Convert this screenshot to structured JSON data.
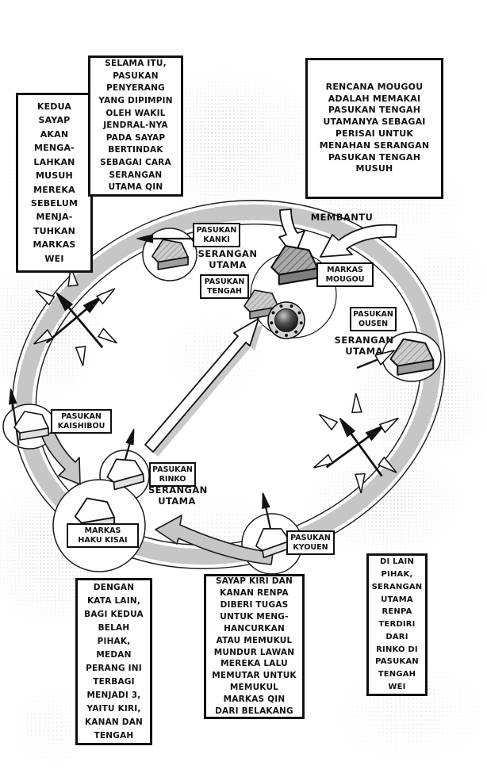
{
  "narration": {
    "kedua_sayap": "KEDUA\nSAYAP\nAKAN\nMENGA-\nLAHKAN\nMUSUH\nMEREKA\nSEBELUM\nMENJA-\nTUHKAN\nMARKAS\nWEI",
    "selama_itu": "SELAMA ITU,\nPASUKAN\nPENYERANG\nYANG DIPIMPIN\nOLEH WAKIL\nJENDRAL-NYA\nPADA SAYAP\nBERTINDAK\nSEBAGAI CARA\nSERANGAN\nUTAMA QIN",
    "rencana_mougou": "RENCANA MOUGOU\nADALAH MEMAKAI\nPASUKAN TENGAH\nUTAMANYA SEBAGAI\nPERISAI UNTUK\nMENAHAN SERANGAN\nPASUKAN TENGAH\nMUSUH",
    "dengan_kata_lain": "DENGAN\nKATA LAIN,\nBAGI KEDUA\nBELAH\nPIHAK,\nMEDAN\nPERANG INI\nTERBAGI\nMENJADI 3,\nYAITU KIRI,\nKANAN DAN\nTENGAH",
    "sayap_kiri": "SAYAP KIRI DAN\nKANAN RENPA\nDIBERI TUGAS\nUNTUK MENG-\nHANCURKAN\nATAU MEMUKUL\nMUNDUR LAWAN\nMEREKA LALU\nMEMUTAR UNTUK\nMEMUKUL\nMARKAS QIN\nDARI BELAKANG",
    "di_lain_pihak": "DI LAIN\nPIHAK,\nSERANGAN\nUTAMA\nRENPA\nTERDIRI\nDARI\nRINKO DI\nPASUKAN\nTENGAH\nWEI"
  },
  "units": {
    "kanki": "PASUKAN\nKANKI",
    "tengah": "PASUKAN\nTENGAH",
    "mougou": "MARKAS\nMOUGOU",
    "ousen": "PASUKAN\nOUSEN",
    "kaishibou": "PASUKAN\nKAISHIBOU",
    "rinko": "PASUKAN\nRINKO",
    "haku_kisai": "MARKAS\nHAKU KISAI",
    "kyouen": "PASUKAN\nKYOUEN"
  },
  "annotations": {
    "membantu": "MEMBANTU",
    "serangan_utama_top": "SERANGAN\nUTAMA",
    "serangan_utama_right": "SERANGAN\nUTAMA",
    "serangan_utama_bottom": "SERANGAN\nUTAMA"
  },
  "colors": {
    "ink": "#111111",
    "band_grey": "#c6c6c6",
    "fort_shade": "#b9b9b9",
    "paper": "#ffffff"
  }
}
